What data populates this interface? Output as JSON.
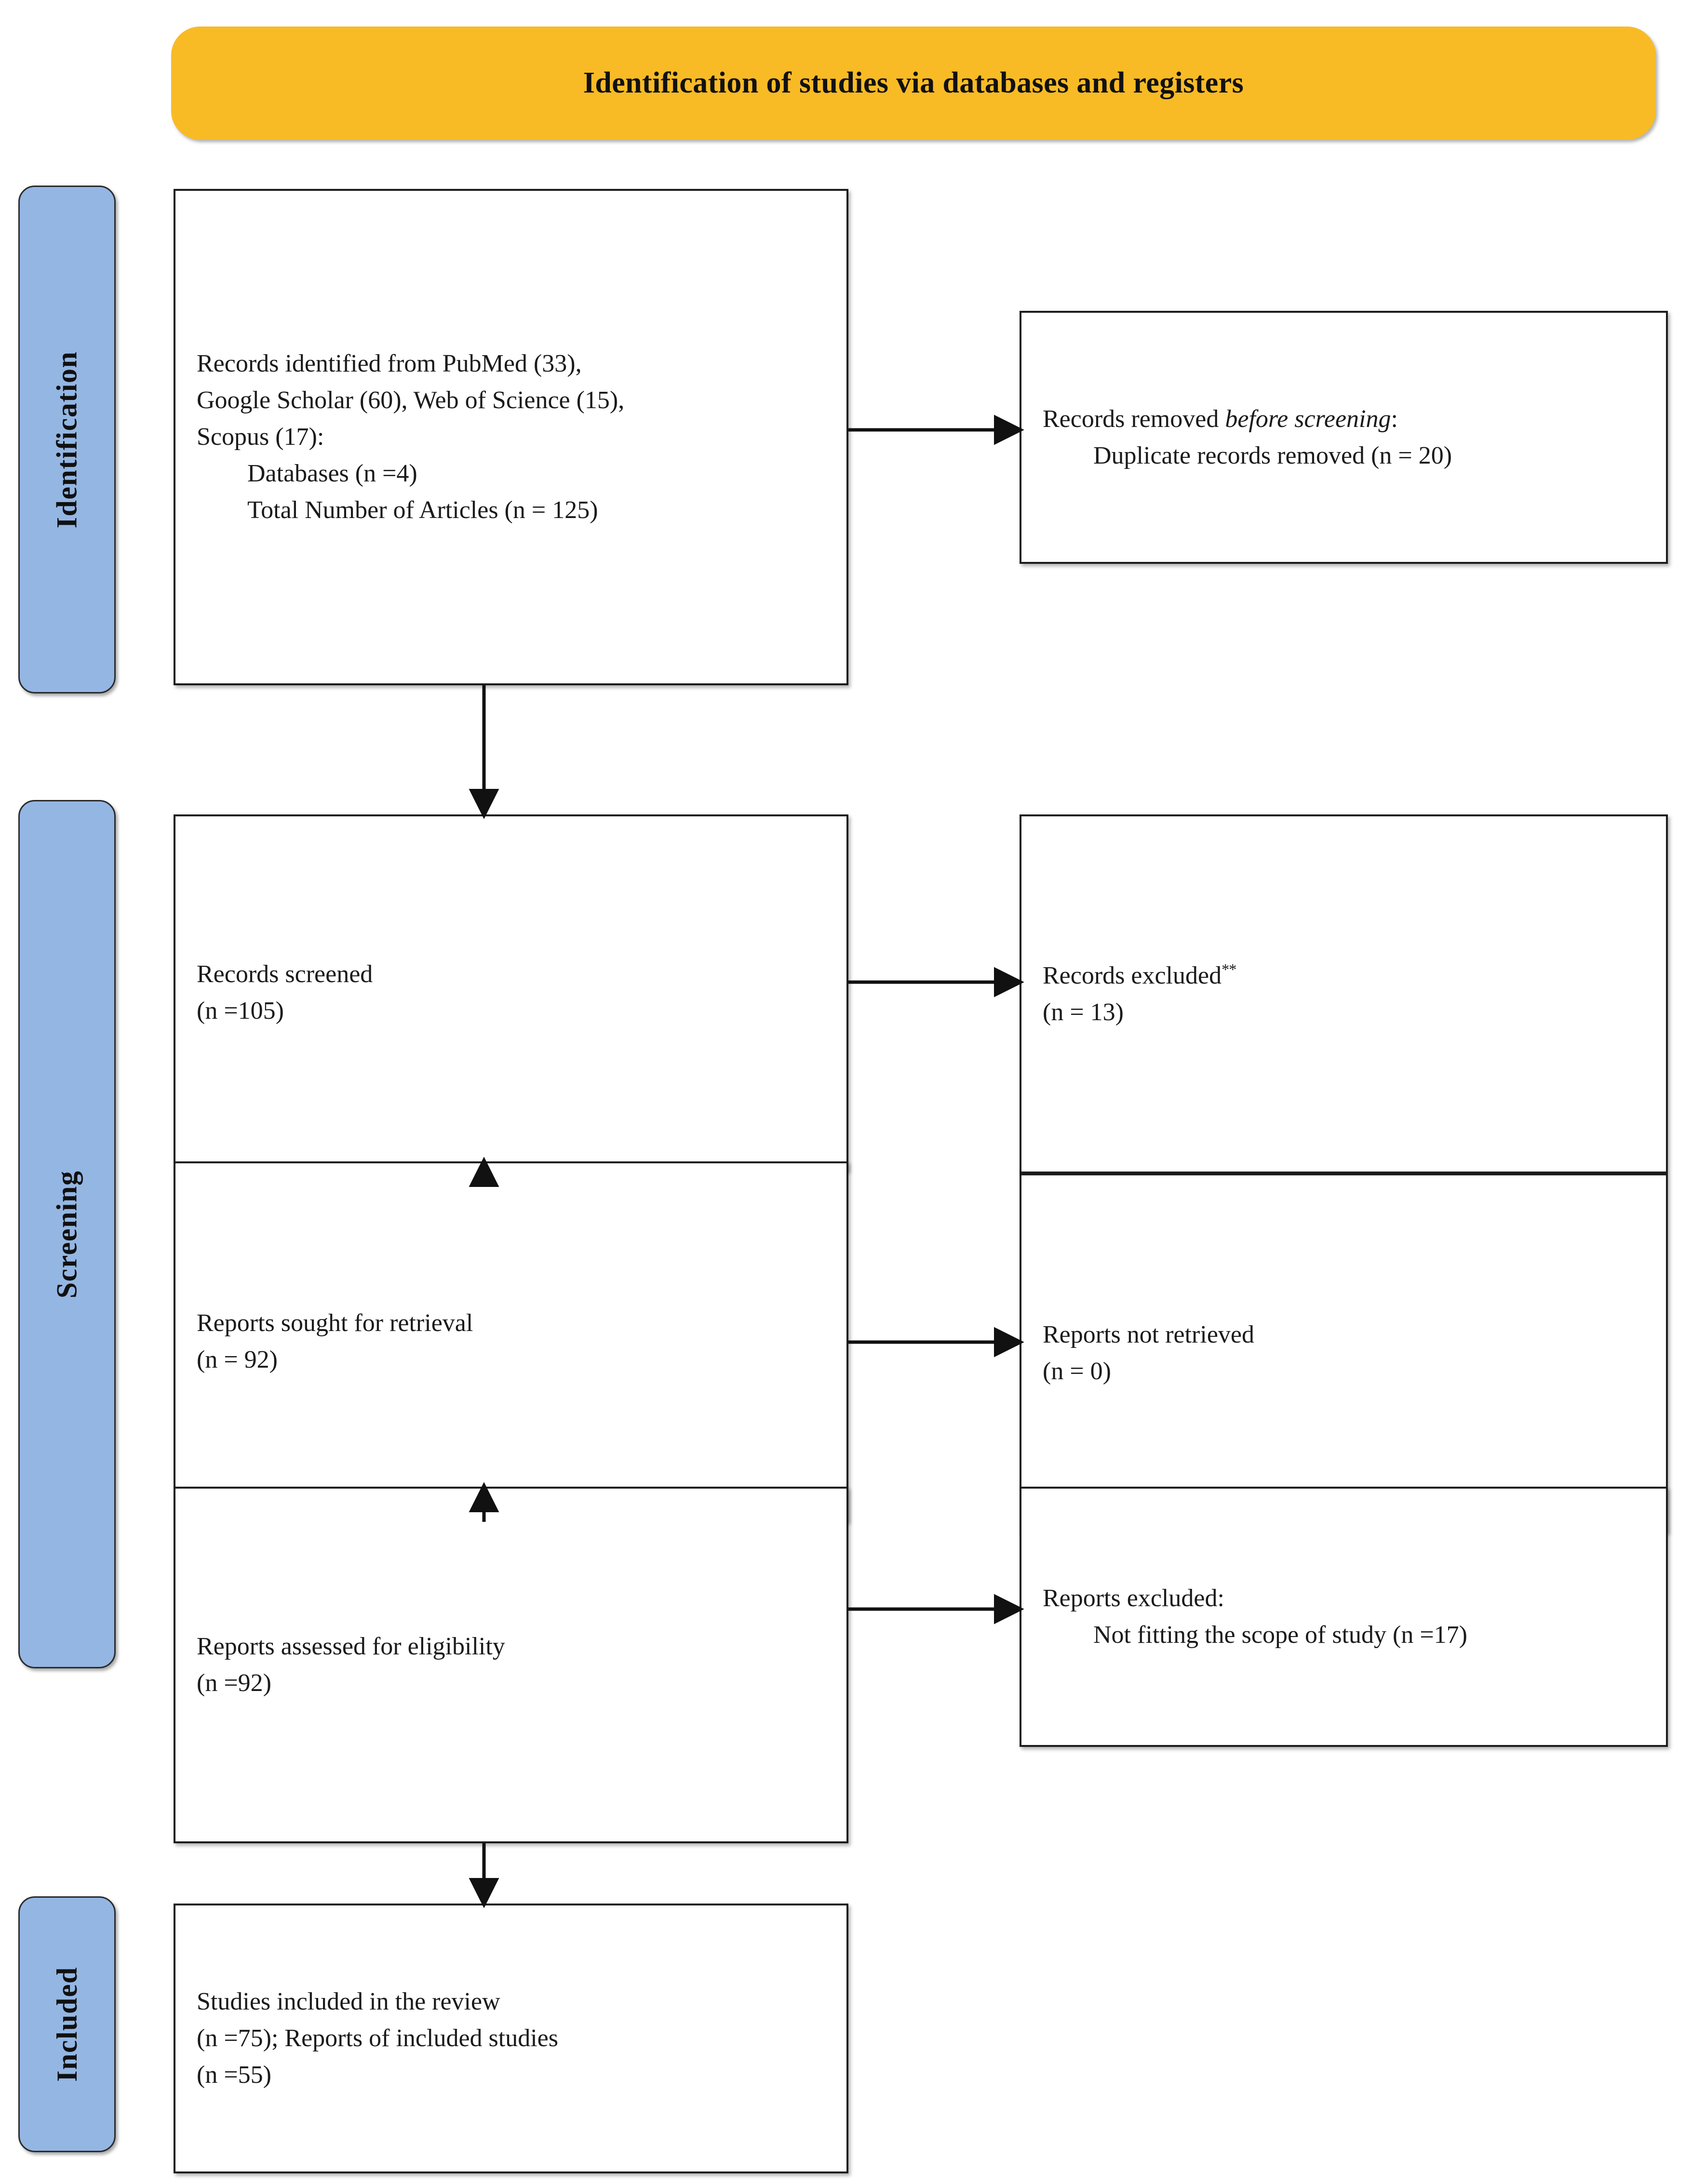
{
  "banner": {
    "title": "Identification of studies via databases and registers"
  },
  "colors": {
    "banner_background": "#F8BB26",
    "stage_bar_background": "#94B6E3",
    "box_border": "#1C1C1C",
    "text": "#1A1A1A"
  },
  "stages": [
    {
      "id": "identification",
      "label": "Identification"
    },
    {
      "id": "screening",
      "label": "Screening"
    },
    {
      "id": "included",
      "label": "Included"
    }
  ],
  "boxes": {
    "identified": {
      "line1": "Records identified from PubMed (33),",
      "line2": "Google Scholar (60), Web of Science (15),",
      "line3": "Scopus (17):",
      "line4": "Databases (n =4)",
      "line5": "Total Number of Articles (n = 125)"
    },
    "removed": {
      "line1_pre": "Records removed ",
      "line1_italic": "before screening",
      "line1_post": ":",
      "line2": "Duplicate records removed (n = 20)"
    },
    "screened": {
      "line1": "Records screened",
      "line2": "(n =105)"
    },
    "excluded_records": {
      "line1": "Records excluded",
      "line1_marker": "**",
      "line2": "(n = 13)"
    },
    "sought": {
      "line1": "Reports sought for retrieval",
      "line2": "(n = 92)"
    },
    "not_retrieved": {
      "line1": "Reports not retrieved",
      "line2": "(n = 0)"
    },
    "assessed": {
      "line1": "Reports assessed for eligibility",
      "line2": "(n =92)"
    },
    "excluded_reports": {
      "line1": "Reports excluded:",
      "line2": "Not fitting the scope of study (n =17)"
    },
    "included": {
      "line1": "Studies included in the review",
      "line2": "(n =75); Reports of included studies",
      "line3": "(n =55)"
    }
  },
  "chart_data": {
    "type": "diagram",
    "title": "Identification of studies via databases and registers",
    "diagram_kind": "PRISMA flow diagram",
    "stages": [
      "Identification",
      "Screening",
      "Included"
    ],
    "nodes": [
      {
        "id": "identified",
        "stage": "Identification",
        "column": "left",
        "label": "Records identified from PubMed (33), Google Scholar (60), Web of Science (15), Scopus (17): Databases (n =4) Total Number of Articles (n = 125)",
        "n": 125
      },
      {
        "id": "removed",
        "stage": "Identification",
        "column": "right",
        "label": "Records removed before screening: Duplicate records removed (n = 20)",
        "n": 20
      },
      {
        "id": "screened",
        "stage": "Screening",
        "column": "left",
        "label": "Records screened (n =105)",
        "n": 105
      },
      {
        "id": "excluded_records",
        "stage": "Screening",
        "column": "right",
        "label": "Records excluded** (n = 13)",
        "n": 13
      },
      {
        "id": "sought",
        "stage": "Screening",
        "column": "left",
        "label": "Reports sought for retrieval (n = 92)",
        "n": 92
      },
      {
        "id": "not_retrieved",
        "stage": "Screening",
        "column": "right",
        "label": "Reports not retrieved (n = 0)",
        "n": 0
      },
      {
        "id": "assessed",
        "stage": "Screening",
        "column": "left",
        "label": "Reports assessed for eligibility (n =92)",
        "n": 92
      },
      {
        "id": "excluded_reports",
        "stage": "Screening",
        "column": "right",
        "label": "Reports excluded: Not fitting the scope of study (n =17)",
        "n": 17
      },
      {
        "id": "included",
        "stage": "Included",
        "column": "left",
        "label": "Studies included in the review (n =75); Reports of included studies (n =55)",
        "n": 75,
        "n_reports": 55
      }
    ],
    "edges": [
      {
        "from": "identified",
        "to": "removed",
        "direction": "horizontal"
      },
      {
        "from": "identified",
        "to": "screened",
        "direction": "vertical"
      },
      {
        "from": "screened",
        "to": "excluded_records",
        "direction": "horizontal"
      },
      {
        "from": "screened",
        "to": "sought",
        "direction": "vertical"
      },
      {
        "from": "sought",
        "to": "not_retrieved",
        "direction": "horizontal"
      },
      {
        "from": "sought",
        "to": "assessed",
        "direction": "vertical"
      },
      {
        "from": "assessed",
        "to": "excluded_reports",
        "direction": "horizontal"
      },
      {
        "from": "assessed",
        "to": "included",
        "direction": "vertical"
      }
    ]
  }
}
